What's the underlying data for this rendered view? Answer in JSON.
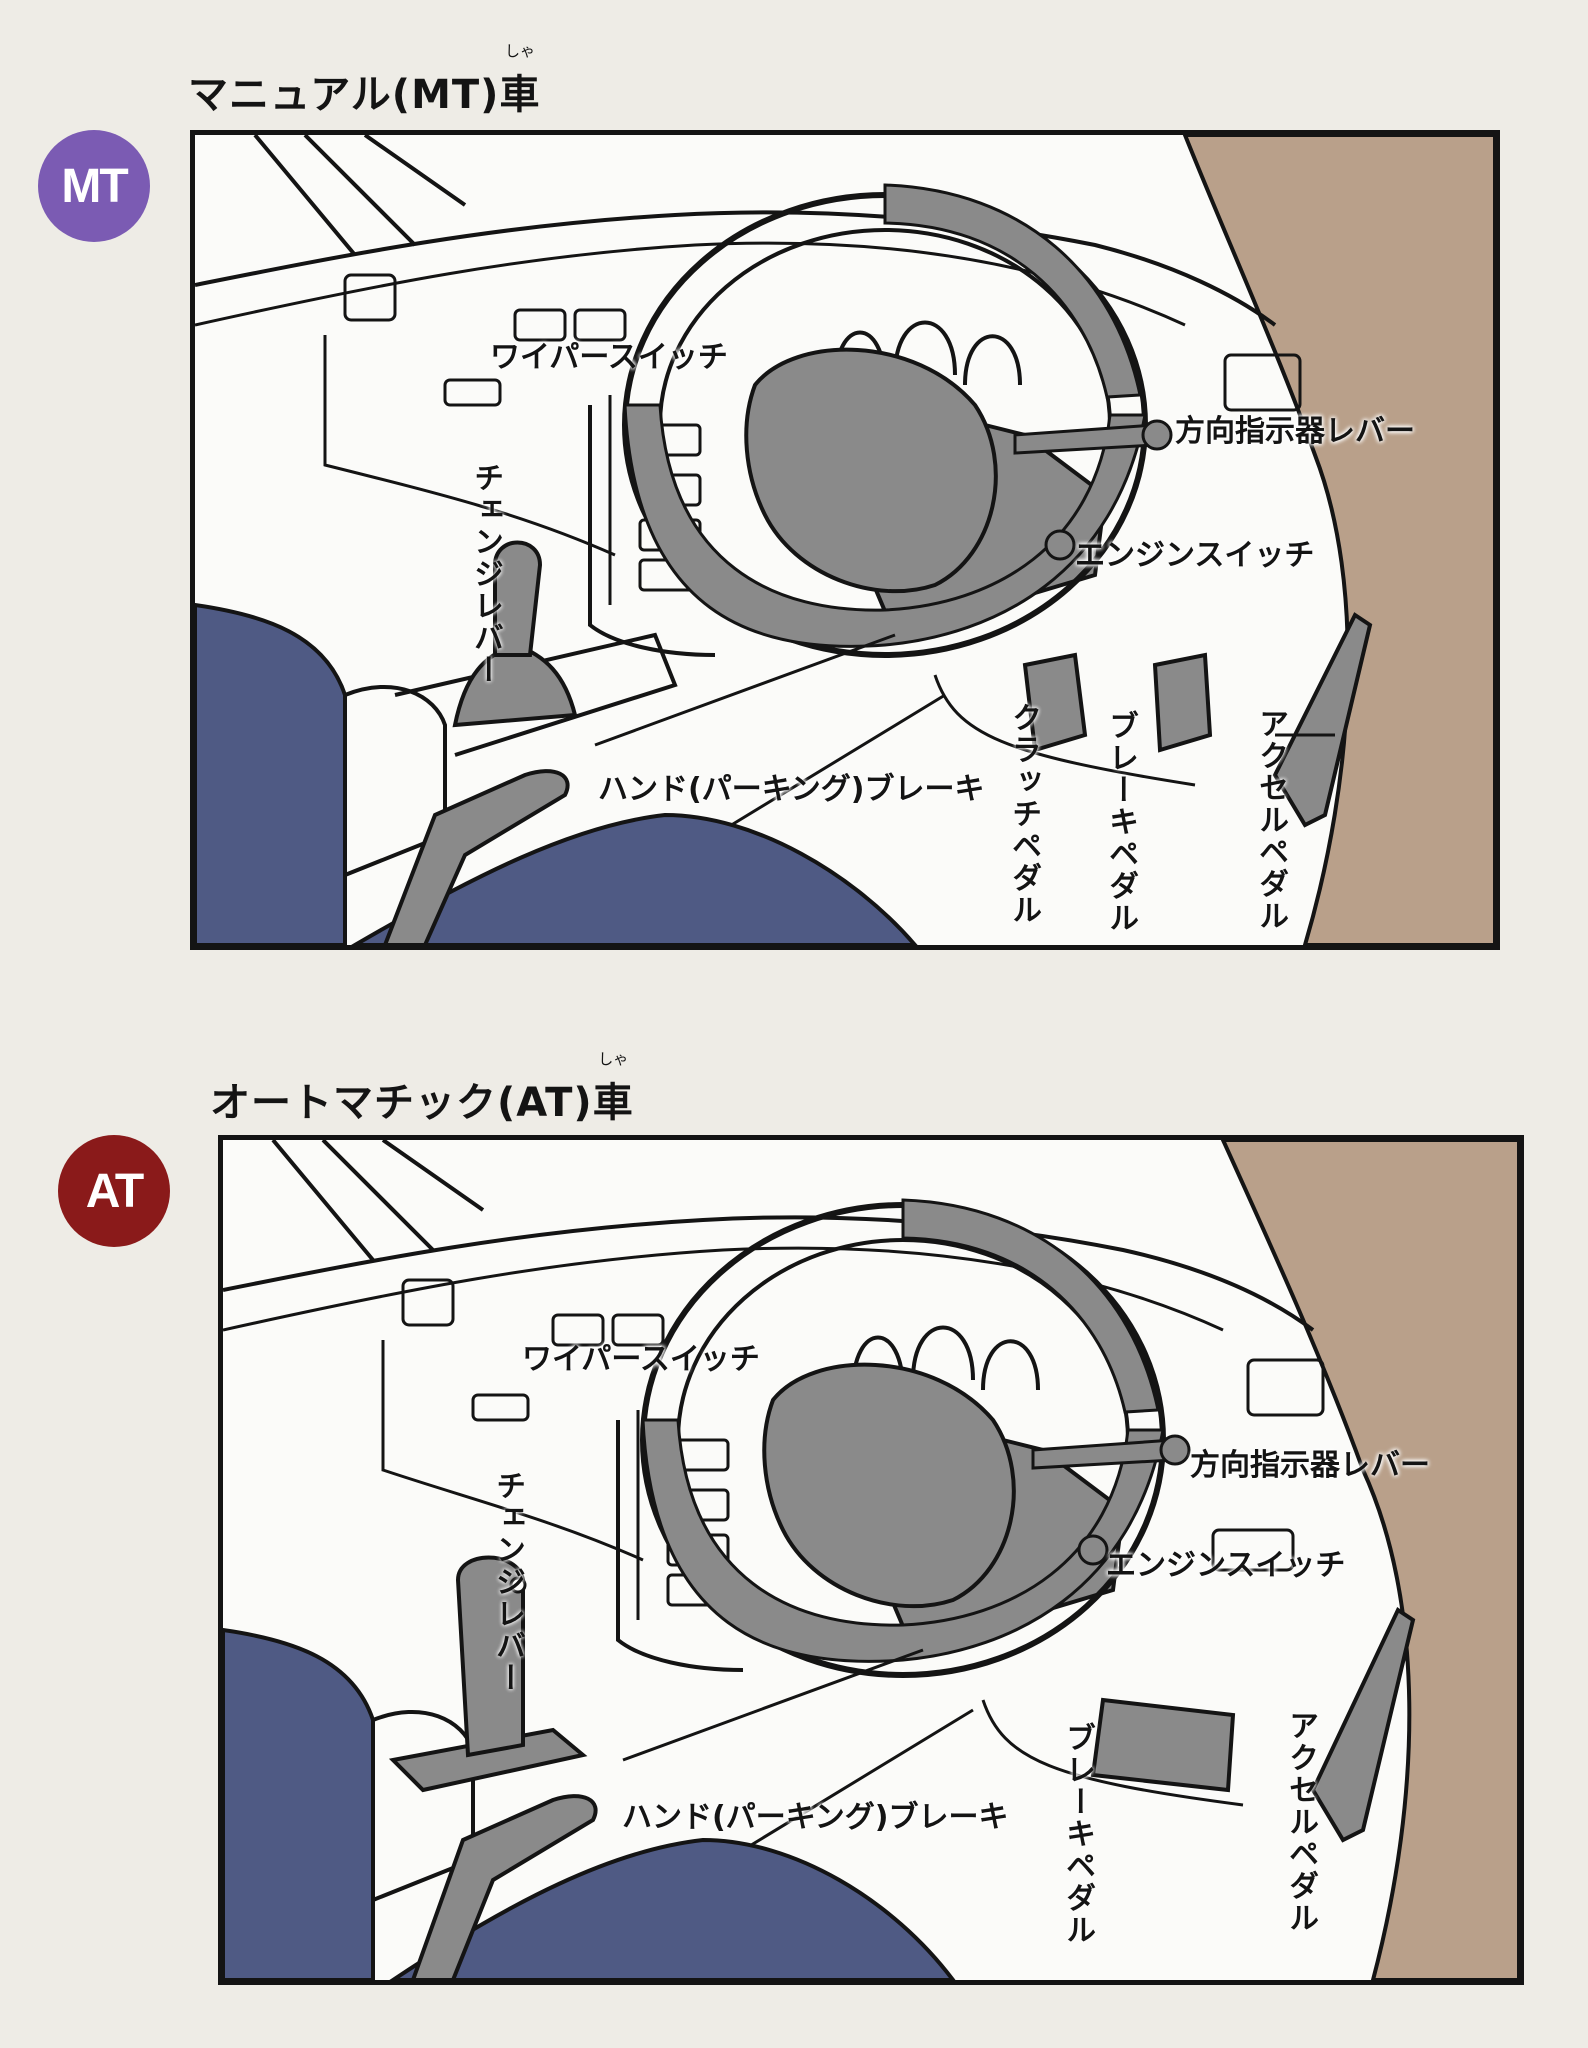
{
  "colors": {
    "mt_badge": "#7b5bb3",
    "at_badge": "#8a1a1a",
    "carpet": "#4f5a84",
    "parts_gray": "#8a8a8a",
    "door_brown": "#b9a08a"
  },
  "mt": {
    "title_prefix": "マニュアル(MT)",
    "title_kanji": "車",
    "title_ruby": "しゃ",
    "badge": "MT",
    "labels": {
      "wiper": "ワイパースイッチ",
      "turn_signal": "方向指示器レバー",
      "engine": "エンジンスイッチ",
      "change_lever": "チェンジレバー",
      "hand_brake": "ハンド(パーキング)ブレーキ",
      "clutch": "クラッチペダル",
      "brake": "ブレーキペダル",
      "accel": "アクセルペダル"
    }
  },
  "at": {
    "title_prefix": "オートマチック(AT)",
    "title_kanji": "車",
    "title_ruby": "しゃ",
    "badge": "AT",
    "labels": {
      "wiper": "ワイパースイッチ",
      "turn_signal": "方向指示器レバー",
      "engine": "エンジンスイッチ",
      "change_lever": "チェンジレバー",
      "hand_brake": "ハンド(パーキング)ブレーキ",
      "brake": "ブレーキペダル",
      "accel": "アクセルペダル"
    }
  }
}
